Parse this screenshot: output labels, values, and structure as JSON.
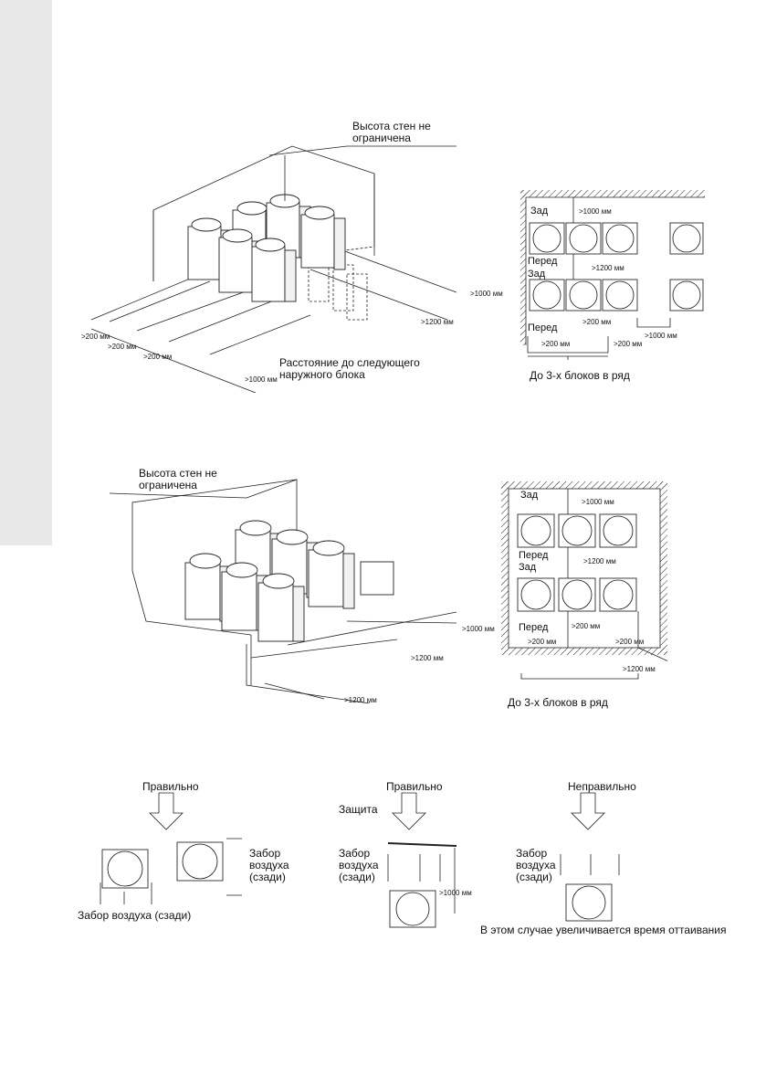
{
  "figure1": {
    "wall_label": [
      "Высота стен не",
      "ограничена"
    ],
    "distance_label": [
      "Расстояние до следующего",
      "наружного блока"
    ],
    "dims": {
      "left1": ">200 мм",
      "left2": ">200 мм",
      "left3": ">200 мм",
      "front": ">1000 мм",
      "right1": ">1000 мм",
      "right2": ">1200 мм"
    },
    "plan": {
      "back1": "Зад",
      "front1": "Перед",
      "back2": "Зад",
      "front2": "Перед",
      "d1000_top": ">1000 мм",
      "d1200": ">1200 мм",
      "d200_mid": ">200 мм",
      "d1000_right": ">1000 мм",
      "d200_left": ">200 мм",
      "d200_right": ">200 мм",
      "caption": "До 3-х блоков в ряд"
    }
  },
  "figure2": {
    "wall_label": [
      "Высота стен не",
      "ограничена"
    ],
    "dims": {
      "right1": ">1000 мм",
      "right2": ">1200 мм",
      "bottom": ">1200 мм"
    },
    "plan": {
      "back1": "Зад",
      "front1": "Перед",
      "back2": "Зад",
      "front2": "Перед",
      "d1000_top": ">1000 мм",
      "d1200_mid": ">1200 мм",
      "d200_mid": ">200 мм",
      "d200_left": ">200 мм",
      "d200_right": ">200 мм",
      "d1200_right": ">1200 мм",
      "caption": "До 3-х блоков в ряд"
    }
  },
  "figure3": {
    "left": {
      "title": "Правильно",
      "intake": [
        "Забор",
        "воздуха",
        "(сзади)"
      ],
      "intake_bottom": "Забор воздуха (сзади)"
    },
    "middle": {
      "title": "Правильно",
      "protection": "Защита",
      "intake": [
        "Забор",
        "воздуха",
        "(сзади)"
      ],
      "dim": ">1000 мм"
    },
    "right": {
      "title": "Неправильно",
      "intake": [
        "Забор",
        "воздуха",
        "(сзади)"
      ],
      "note": "В этом случае увеличивается время оттаивания"
    }
  }
}
